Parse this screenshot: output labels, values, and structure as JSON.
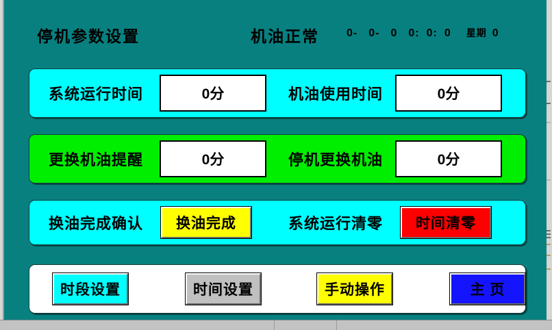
{
  "header": {
    "title": "停机参数设置",
    "status": "机油正常",
    "datetime": {
      "year": "0-",
      "month": "0-",
      "day": "0",
      "hour": "0:",
      "minute": "0:",
      "second": "0",
      "week_label": "星期",
      "week_value": "0"
    }
  },
  "rows": {
    "row1": {
      "left_label": "系统运行时间",
      "left_value": "0分",
      "right_label": "机油使用时间",
      "right_value": "0分"
    },
    "row2": {
      "left_label": "更换机油提醒",
      "left_value": "0分",
      "right_label": "停机更换机油",
      "right_value": "0分"
    },
    "row3": {
      "left_label": "换油完成确认",
      "left_button": "换油完成",
      "right_label": "系统运行清零",
      "right_button": "时间清零"
    }
  },
  "nav": {
    "period_setting": "时段设置",
    "time_setting": "时间设置",
    "manual_operation": "手动操作",
    "home": "主 页"
  },
  "colors": {
    "background": "#088080",
    "panel_cyan": "#00FFFF",
    "panel_green": "#00EE00",
    "panel_white": "#FFFFFF",
    "button_yellow": "#FFFF00",
    "button_red": "#FF0000",
    "button_blue": "#1414FF",
    "button_gray": "#C0C0C0"
  }
}
